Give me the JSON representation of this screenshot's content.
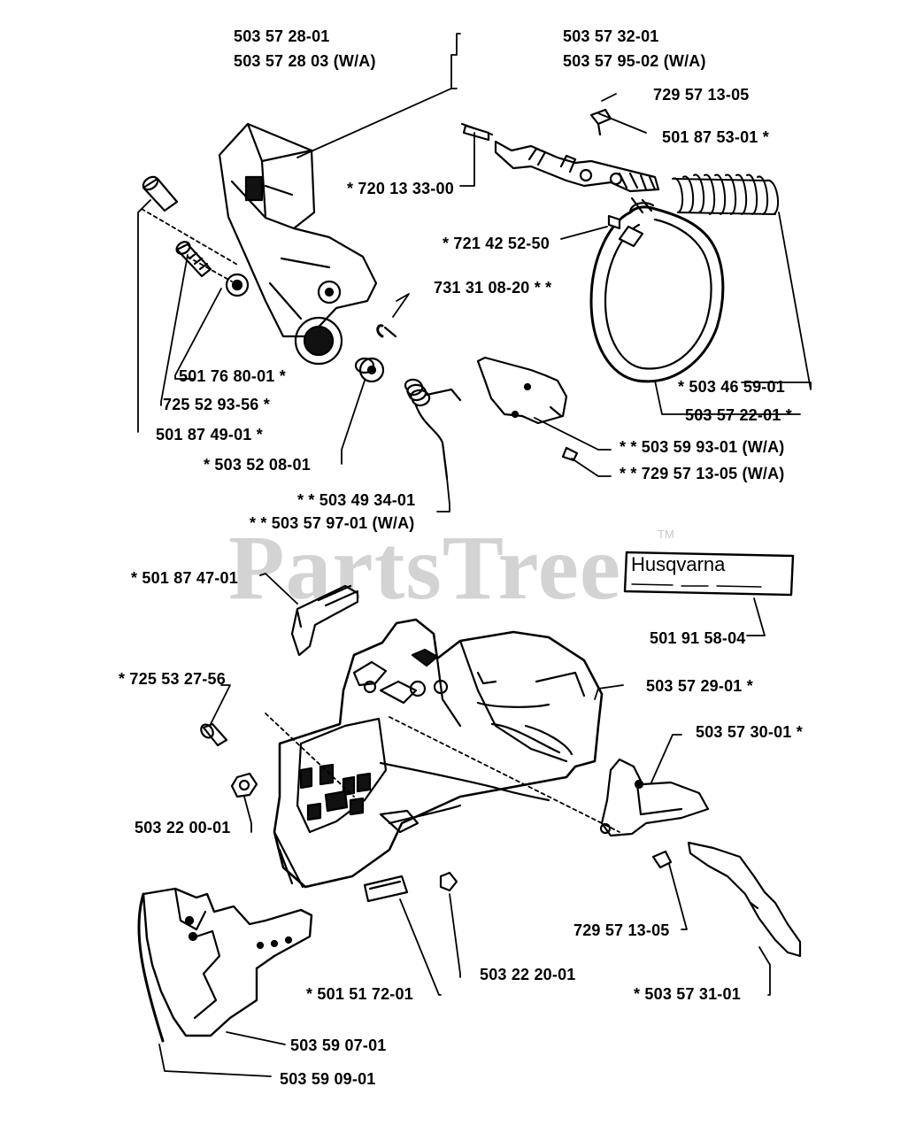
{
  "watermark": "PartsTree",
  "watermark_tm": "TM",
  "decal_brand": "Husqvarna",
  "parts": [
    {
      "id": "p1",
      "line1": "503 57 28-01",
      "line2": "503 57 28 03 (W/A)"
    },
    {
      "id": "p2",
      "line1": "503 57 32-01",
      "line2": "503 57 95-02 (W/A)"
    },
    {
      "id": "p3",
      "text": "729 57 13-05"
    },
    {
      "id": "p4",
      "text": "501 87 53-01  *"
    },
    {
      "id": "p5",
      "text": "*  720 13 33-00"
    },
    {
      "id": "p6",
      "text": "*  721 42 52-50"
    },
    {
      "id": "p7",
      "text": "731 31 08-20  * *"
    },
    {
      "id": "p8",
      "text": "501 76 80-01  *"
    },
    {
      "id": "p9",
      "text": "725 52 93-56  *"
    },
    {
      "id": "p10",
      "text": "501 87 49-01  *"
    },
    {
      "id": "p11",
      "text": "*  503 52 08-01"
    },
    {
      "id": "p12",
      "text": "*  503 46 59-01"
    },
    {
      "id": "p13",
      "text": "503 57 22-01  *"
    },
    {
      "id": "p14",
      "text": "* *  503 59 93-01 (W/A)"
    },
    {
      "id": "p15",
      "text": "* *  729 57 13-05 (W/A)"
    },
    {
      "id": "p16",
      "line1": "* *  503 49 34-01",
      "line2": "* *  503 57 97-01 (W/A)"
    },
    {
      "id": "p17",
      "text": "*  501 87 47-01"
    },
    {
      "id": "p18",
      "text": "501 91 58-04"
    },
    {
      "id": "p19",
      "text": "*  725 53 27-56"
    },
    {
      "id": "p20",
      "text": "503 57 29-01  *"
    },
    {
      "id": "p21",
      "text": "503 57 30-01  *"
    },
    {
      "id": "p22",
      "text": "503 22 00-01"
    },
    {
      "id": "p23",
      "text": "729 57 13-05"
    },
    {
      "id": "p24",
      "text": "*  501 51 72-01"
    },
    {
      "id": "p25",
      "text": "503 22 20-01"
    },
    {
      "id": "p26",
      "text": "*  503 57 31-01"
    },
    {
      "id": "p27",
      "text": "503 59 07-01"
    },
    {
      "id": "p28",
      "text": "503 59 09-01"
    }
  ]
}
